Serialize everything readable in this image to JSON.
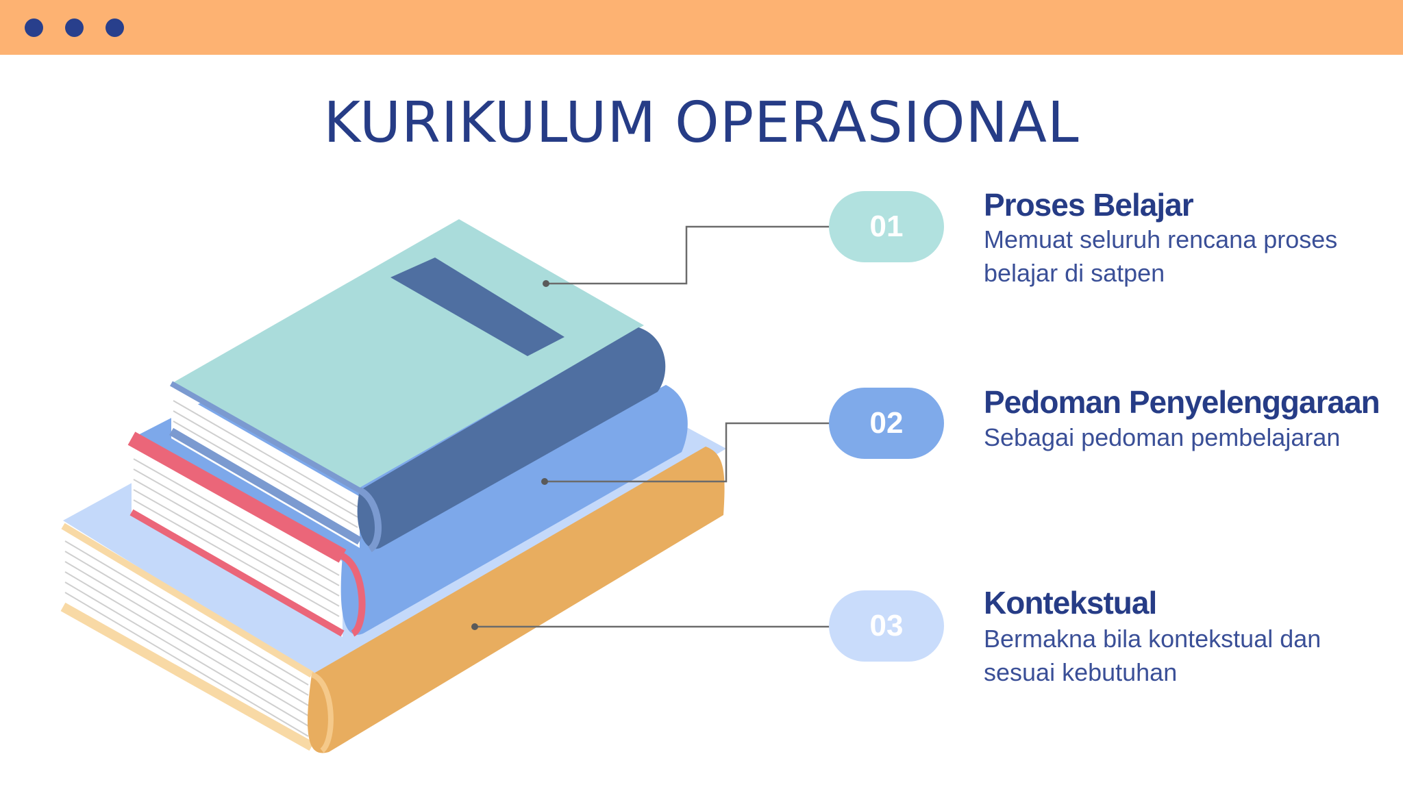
{
  "window": {
    "bar_color": "#fdb272",
    "dot_color": "#283f8c",
    "dots": [
      "dot",
      "dot",
      "dot"
    ]
  },
  "title": "KURIKULUM OPERASIONAL",
  "items": [
    {
      "number": "01",
      "title": "Proses Belajar",
      "description": "Memuat seluruh rencana proses belajar di satpen",
      "pill_color": "#b1e1df"
    },
    {
      "number": "02",
      "title": "Pedoman Penyelenggaraan",
      "description": "Sebagai pedoman pembelajaran",
      "pill_color": "#7faaea"
    },
    {
      "number": "03",
      "title": "Kontekstual",
      "description": "Bermakna bila kontekstual dan sesuai kebutuhan",
      "pill_color": "#c9dcfb"
    }
  ],
  "illustration": {
    "name": "stacked-books-illustration",
    "book_colors": [
      "#aadcdb",
      "#7faaea",
      "#eb6679",
      "#e8ad5f"
    ]
  }
}
